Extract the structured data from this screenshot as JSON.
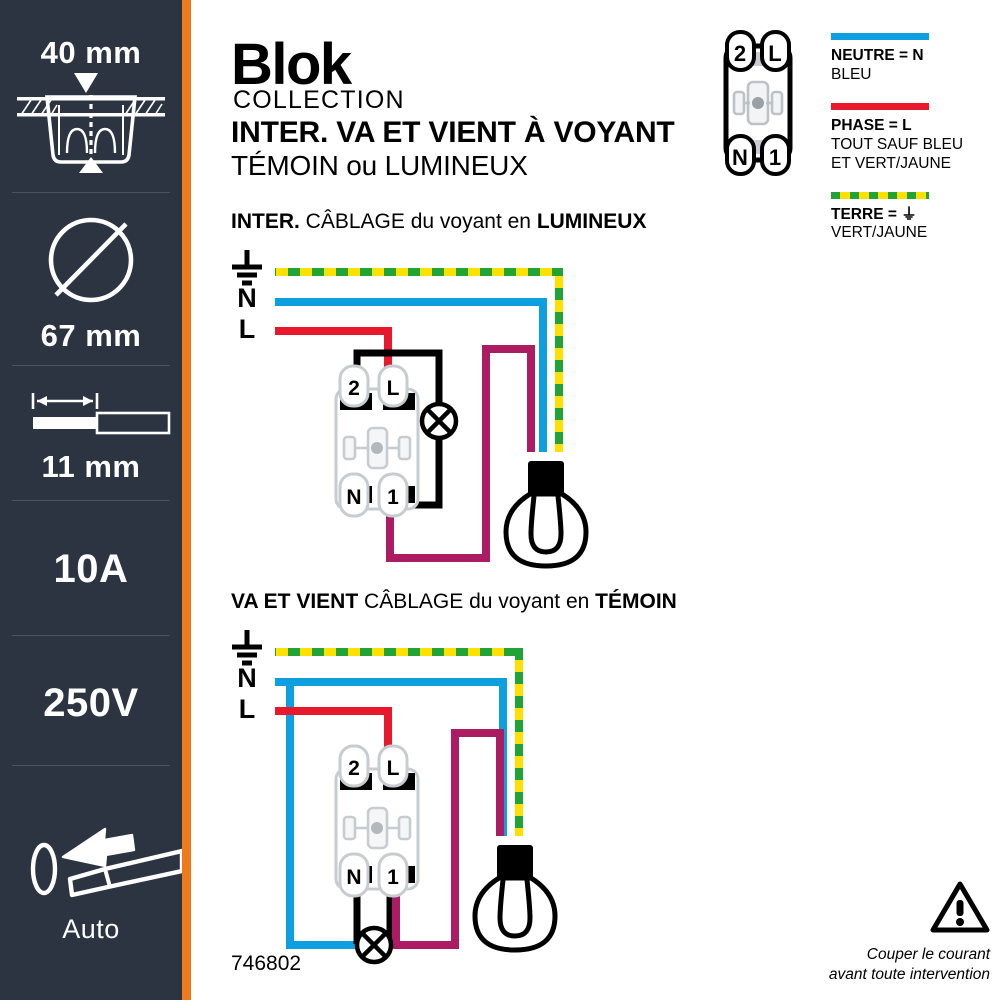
{
  "sidebar": {
    "accent_color": "#ee7b1b",
    "background_color": "#2b3440",
    "items": [
      {
        "id": "depth",
        "label": "40 mm",
        "icon": "wall-box-depth-icon"
      },
      {
        "id": "diameter",
        "label": "67 mm",
        "icon": "diameter-circle-icon"
      },
      {
        "id": "strip",
        "label": "11 mm",
        "icon": "wire-strip-length-icon"
      },
      {
        "id": "current",
        "label": "10A",
        "icon": "none"
      },
      {
        "id": "voltage",
        "label": "250V",
        "icon": "none"
      },
      {
        "id": "auto",
        "label": "Auto",
        "icon": "auto-terminal-screwdriver-icon"
      }
    ]
  },
  "header": {
    "logo_primary": "Blok",
    "logo_secondary": "COLLECTION",
    "title": "INTER. VA ET VIENT À VOYANT",
    "subtitle": "TÉMOIN ou LUMINEUX"
  },
  "product_symbol": {
    "name": "switch-terminal-symbol",
    "terminals": {
      "top_left": "2",
      "top_right": "L",
      "bottom_left": "N",
      "bottom_right": "1"
    }
  },
  "legend": {
    "entries": [
      {
        "id": "neutre",
        "bar": "solid",
        "color": "#0d9fe0",
        "title": "NEUTRE = N",
        "desc": "BLEU"
      },
      {
        "id": "phase",
        "bar": "solid",
        "color": "#e8192c",
        "title": "PHASE = L",
        "desc": "TOUT SAUF BLEU\nET VERT/JAUNE"
      },
      {
        "id": "terre",
        "bar": "dashed",
        "color": "#22a338",
        "color2": "#ffe000",
        "title": "TERRE = ⏚",
        "desc": "VERT/JAUNE"
      }
    ]
  },
  "sections": [
    {
      "id": "lumineux",
      "title_bold_1": "INTER.",
      "title_normal": " CÂBLAGE du voyant en ",
      "title_bold_2": "LUMINEUX",
      "rail_labels": {
        "earth": "⏚",
        "neutral": "N",
        "line": "L"
      },
      "switch_terminals": {
        "top_left": "2",
        "top_right": "L",
        "bottom_left": "N",
        "bottom_right": "1"
      },
      "indicator": "voyant-lamp-icon",
      "load": "bulb-icon"
    },
    {
      "id": "temoin",
      "title_bold_1": "VA ET VIENT",
      "title_normal": " CÂBLAGE du voyant en ",
      "title_bold_2": "TÉMOIN",
      "rail_labels": {
        "earth": "⏚",
        "neutral": "N",
        "line": "L"
      },
      "switch_terminals": {
        "top_left": "2",
        "top_right": "L",
        "bottom_left": "N",
        "bottom_right": "1"
      },
      "indicator": "voyant-lamp-icon",
      "load": "bulb-icon"
    }
  ],
  "footer": {
    "part_number": "746802",
    "warning_line_1": "Couper le courant",
    "warning_line_2": "avant toute intervention",
    "warning_icon": "warning-triangle-icon"
  },
  "colors": {
    "blue": "#0d9fe0",
    "red": "#e8192c",
    "green": "#22a338",
    "yellow": "#ffe000",
    "purple": "#ab1c62",
    "black": "#000000",
    "sidebar": "#2b3440",
    "accent": "#ee7b1b"
  }
}
